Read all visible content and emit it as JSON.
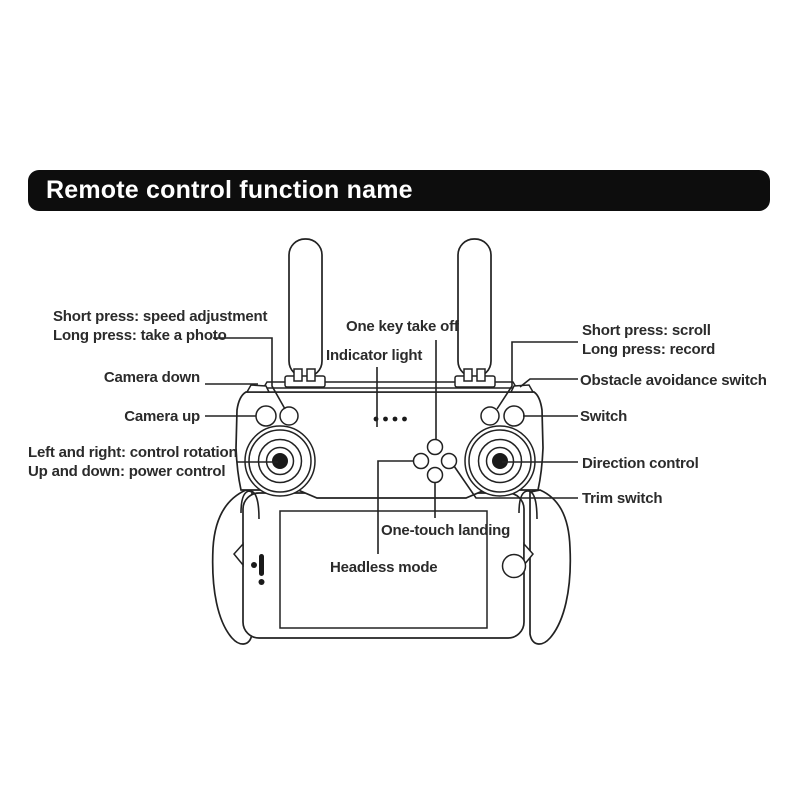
{
  "banner": {
    "title": "Remote control function name"
  },
  "diagram": {
    "labels": {
      "left_shoulder": {
        "line1": "Short press: speed adjustment",
        "line2": "Long press: take a photo"
      },
      "camera_down": "Camera down",
      "camera_up": "Camera up",
      "left_stick": {
        "line1": "Left and right: control rotation",
        "line2": "Up and down: power control"
      },
      "one_key_take_off": "One key take off",
      "indicator_light": "Indicator light",
      "one_touch_landing": "One-touch landing",
      "headless_mode": "Headless mode",
      "right_shoulder": {
        "line1": "Short press: scroll",
        "line2": "Long press: record"
      },
      "obstacle_avoidance": "Obstacle avoidance switch",
      "switch": "Switch",
      "direction_control": "Direction control",
      "trim_switch": "Trim switch"
    },
    "colors": {
      "line": "#222222",
      "text": "#2b2b2b",
      "banner_bg": "#0d0d0d",
      "banner_text": "#ffffff"
    }
  }
}
